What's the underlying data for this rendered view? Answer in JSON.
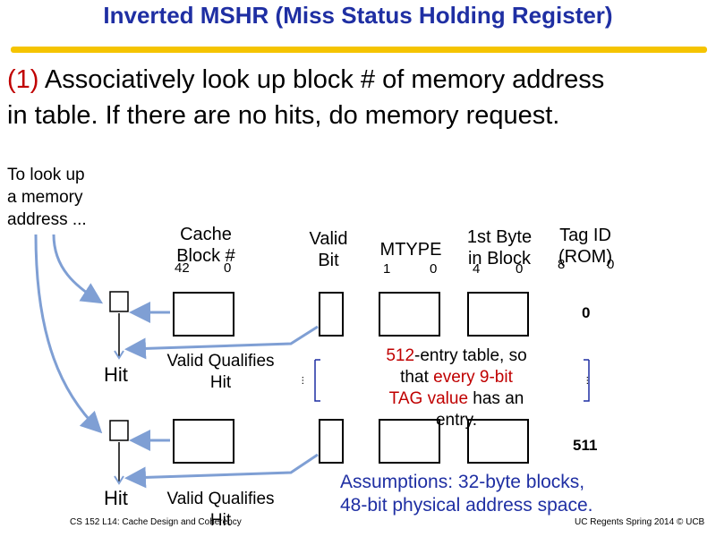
{
  "title": "Inverted MSHR (Miss Status Holding Register)",
  "step": {
    "num": "(1)",
    "text1": " Associatively look up block # of memory address",
    "text2": "in table. If there are no hits, do memory request."
  },
  "lookup_note": [
    "To look up",
    "a memory",
    "address ..."
  ],
  "columns": {
    "cache_block": "Cache Block #",
    "cache_block_bits": [
      "42",
      "0"
    ],
    "valid_bit": "Valid Bit",
    "mtype": "MTYPE",
    "mtype_bits": [
      "1",
      "0"
    ],
    "first_byte": "1st Byte in Block",
    "first_byte_bits": [
      "4",
      "0"
    ],
    "tag_id": "Tag ID (ROM)",
    "tag_id_bits": [
      "8",
      "0"
    ]
  },
  "rows": {
    "first_index": "0",
    "last_index": "511"
  },
  "comparator": "=",
  "hit": "Hit",
  "valid_qualifies": "Valid Qualifies Hit",
  "ellipsis": "...",
  "table_note": {
    "part1": "512",
    "part2": "-entry table, so",
    "part3": "that ",
    "part4": "every 9-bit",
    "part5": "TAG value",
    "part6": " has an",
    "part7": "entry."
  },
  "assumptions": [
    "Assumptions: 32-byte blocks,",
    "48-bit physical address space."
  ],
  "footer": {
    "left": "CS 152 L14:  Cache Design and Coherency",
    "right": "UC Regents Spring 2014 © UCB"
  },
  "colors": {
    "title": "#1f2fa3",
    "rule": "#f5c400",
    "accent_red": "#c00000",
    "arrow_blue": "#7f9fd4"
  }
}
